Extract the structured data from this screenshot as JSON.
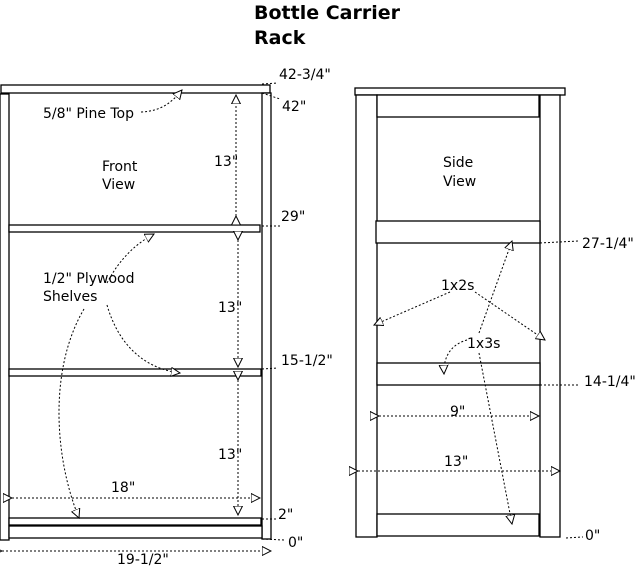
{
  "title": {
    "line1": "Bottle Carrier",
    "line2": "Rack"
  },
  "front": {
    "view_line1": "Front",
    "view_line2": "View",
    "top_label": "5/8\" Pine Top",
    "shelf_label_line1": "1/2\" Plywood",
    "shelf_label_line2": "Shelves",
    "gap_top": "13\"",
    "gap_mid": "13\"",
    "gap_bottom": "13\"",
    "inner_width": "18\"",
    "outer_width": "19-1/2\"",
    "heights": [
      "42-3/4\"",
      "42\"",
      "29\"",
      "15-1/2\"",
      "2\"",
      "0\""
    ]
  },
  "side": {
    "view_line1": "Side",
    "view_line2": "View",
    "label_1x2": "1x2s",
    "label_1x3": "1x3s",
    "inner_width": "9\"",
    "outer_width": "13\"",
    "heights": [
      "27-1/4\"",
      "14-1/4\"",
      "0\""
    ]
  }
}
